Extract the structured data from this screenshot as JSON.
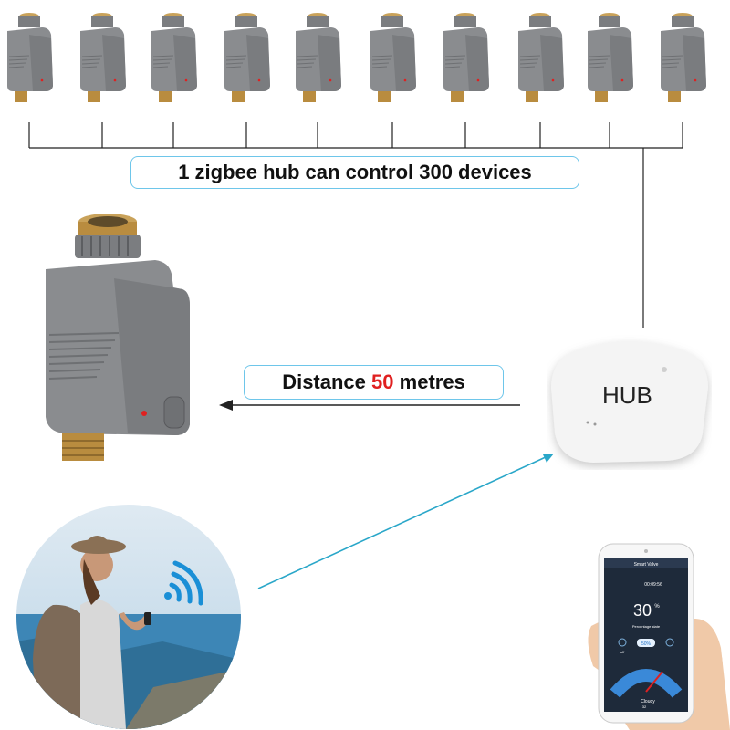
{
  "hub_capacity": {
    "prefix": "1 zigbee hub can control 300 devices"
  },
  "distance": {
    "prefix": "Distance",
    "value": "50",
    "suffix": "metres"
  },
  "hub_label": "HUB",
  "devices_row_count": 10,
  "phone_app": {
    "title": "Smart Valve",
    "timer": "00:09:56",
    "value": "30",
    "unit": "%",
    "state": "Percentage state",
    "off_label": "off",
    "button": "50%",
    "weather": "Cloudy",
    "weather_temp": "32"
  },
  "colors": {
    "accent_line": "#2aa7c9",
    "caption_border": "#6ec6ea",
    "highlight": "#e02020"
  }
}
